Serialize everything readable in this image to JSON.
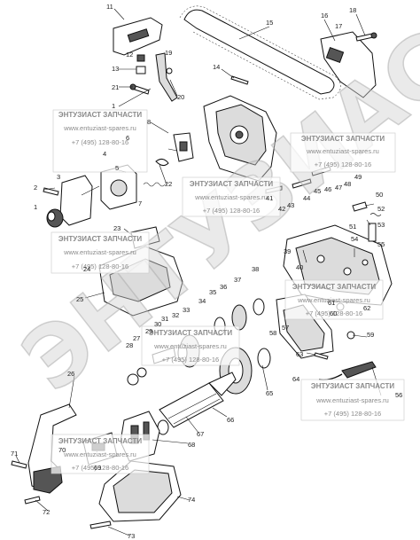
{
  "watermark": {
    "big_text": "ЭНТУЗИАСТ",
    "box_title": "ЭНТУЗИАСТ ЗАПЧАСТИ",
    "box_site": "www.entuziast-spares.ru",
    "box_phone": "+7 (495) 128-80-16"
  },
  "part_numbers": {
    "n1": "1",
    "n2": "2",
    "n3": "3",
    "n4": "4",
    "n5": "5",
    "n6": "6",
    "n7": "7",
    "n8": "8",
    "n11": "11",
    "n12": "12",
    "n13": "13",
    "n14": "14",
    "n15": "15",
    "n16": "16",
    "n17": "17",
    "n18": "18",
    "n19": "19",
    "n20": "20",
    "n21": "21",
    "n22": "22",
    "n23": "23",
    "n24": "24",
    "n25": "25",
    "n26": "26",
    "n27": "27",
    "n28": "28",
    "n29": "29",
    "n30": "30",
    "n31": "31",
    "n32": "32",
    "n33": "33",
    "n34": "34",
    "n35": "35",
    "n36": "36",
    "n37": "37",
    "n38": "38",
    "n39": "39",
    "n40": "40",
    "n41": "41",
    "n42": "42",
    "n43": "43",
    "n44": "44",
    "n45": "45",
    "n46": "46",
    "n47": "47",
    "n48": "48",
    "n49": "49",
    "n50": "50",
    "n51": "51",
    "n52": "52",
    "n53": "53",
    "n54": "54",
    "n55": "55",
    "n56": "56",
    "n57": "57",
    "n58": "58",
    "n59": "59",
    "n60": "60",
    "n61": "61",
    "n62": "62",
    "n63": "63",
    "n64": "64",
    "n65": "65",
    "n66": "66",
    "n67": "67",
    "n68": "68",
    "n69": "69",
    "n70": "70",
    "n71": "71",
    "n72": "72",
    "n73": "73",
    "n74": "74"
  }
}
